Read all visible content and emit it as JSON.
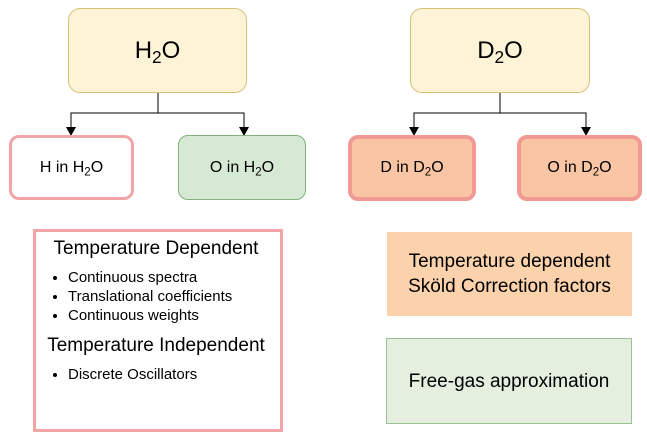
{
  "nodes": {
    "h2o": {
      "base": "H",
      "sub": "2",
      "tail": "O"
    },
    "d2o": {
      "base": "D",
      "sub": "2",
      "tail": "O"
    },
    "h_in_h2o": {
      "prefix": "H in H",
      "sub": "2",
      "tail": "O"
    },
    "o_in_h2o": {
      "prefix": "O in H",
      "sub": "2",
      "tail": "O"
    },
    "d_in_d2o": {
      "prefix": "D in D",
      "sub": "2",
      "tail": "O"
    },
    "o_in_d2o": {
      "prefix": "O in D",
      "sub": "2",
      "tail": "O"
    }
  },
  "h_panel": {
    "temp_dependent_heading": "Temperature Dependent",
    "temp_dependent_items": [
      "Continuous spectra",
      "Translational coefficients",
      "Continuous weights"
    ],
    "temp_independent_heading": "Temperature Independent",
    "temp_independent_items": [
      "Discrete Oscillators"
    ]
  },
  "skold_box": {
    "line1": "Temperature dependent",
    "line2": "Sköld Correction factors"
  },
  "free_gas_box": {
    "label": "Free-gas approximation"
  },
  "colors": {
    "top_fill": "#fdf3d6",
    "pink_border": "#f1a5a6",
    "green_fill": "#d6e9d4",
    "orange_fill": "#f9c5a4",
    "light_orange": "#fbd2ab",
    "light_green": "#e4efdf"
  }
}
